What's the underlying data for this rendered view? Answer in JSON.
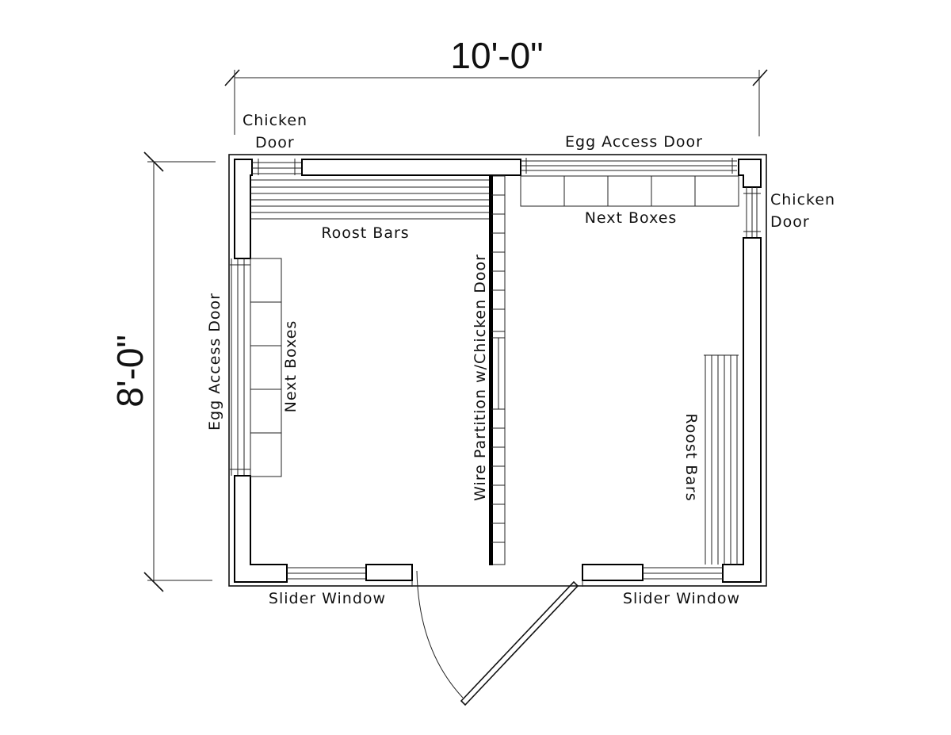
{
  "dimensions": {
    "width_label": "10'-0\"",
    "height_label": "8'-0\""
  },
  "labels": {
    "chicken_door_left_line1": "Chicken",
    "chicken_door_left_line2": "Door",
    "egg_access_door_top": "Egg Access Door",
    "chicken_door_right_line1": "Chicken",
    "chicken_door_right_line2": "Door",
    "next_boxes_top": "Next Boxes",
    "roost_bars_top": "Roost Bars",
    "egg_access_door_left": "Egg Access Door",
    "next_boxes_left": "Next Boxes",
    "wire_partition": "Wire Partition w/Chicken Door",
    "roost_bars_right": "Roost Bars",
    "slider_window_left": "Slider Window",
    "slider_window_right": "Slider Window"
  }
}
